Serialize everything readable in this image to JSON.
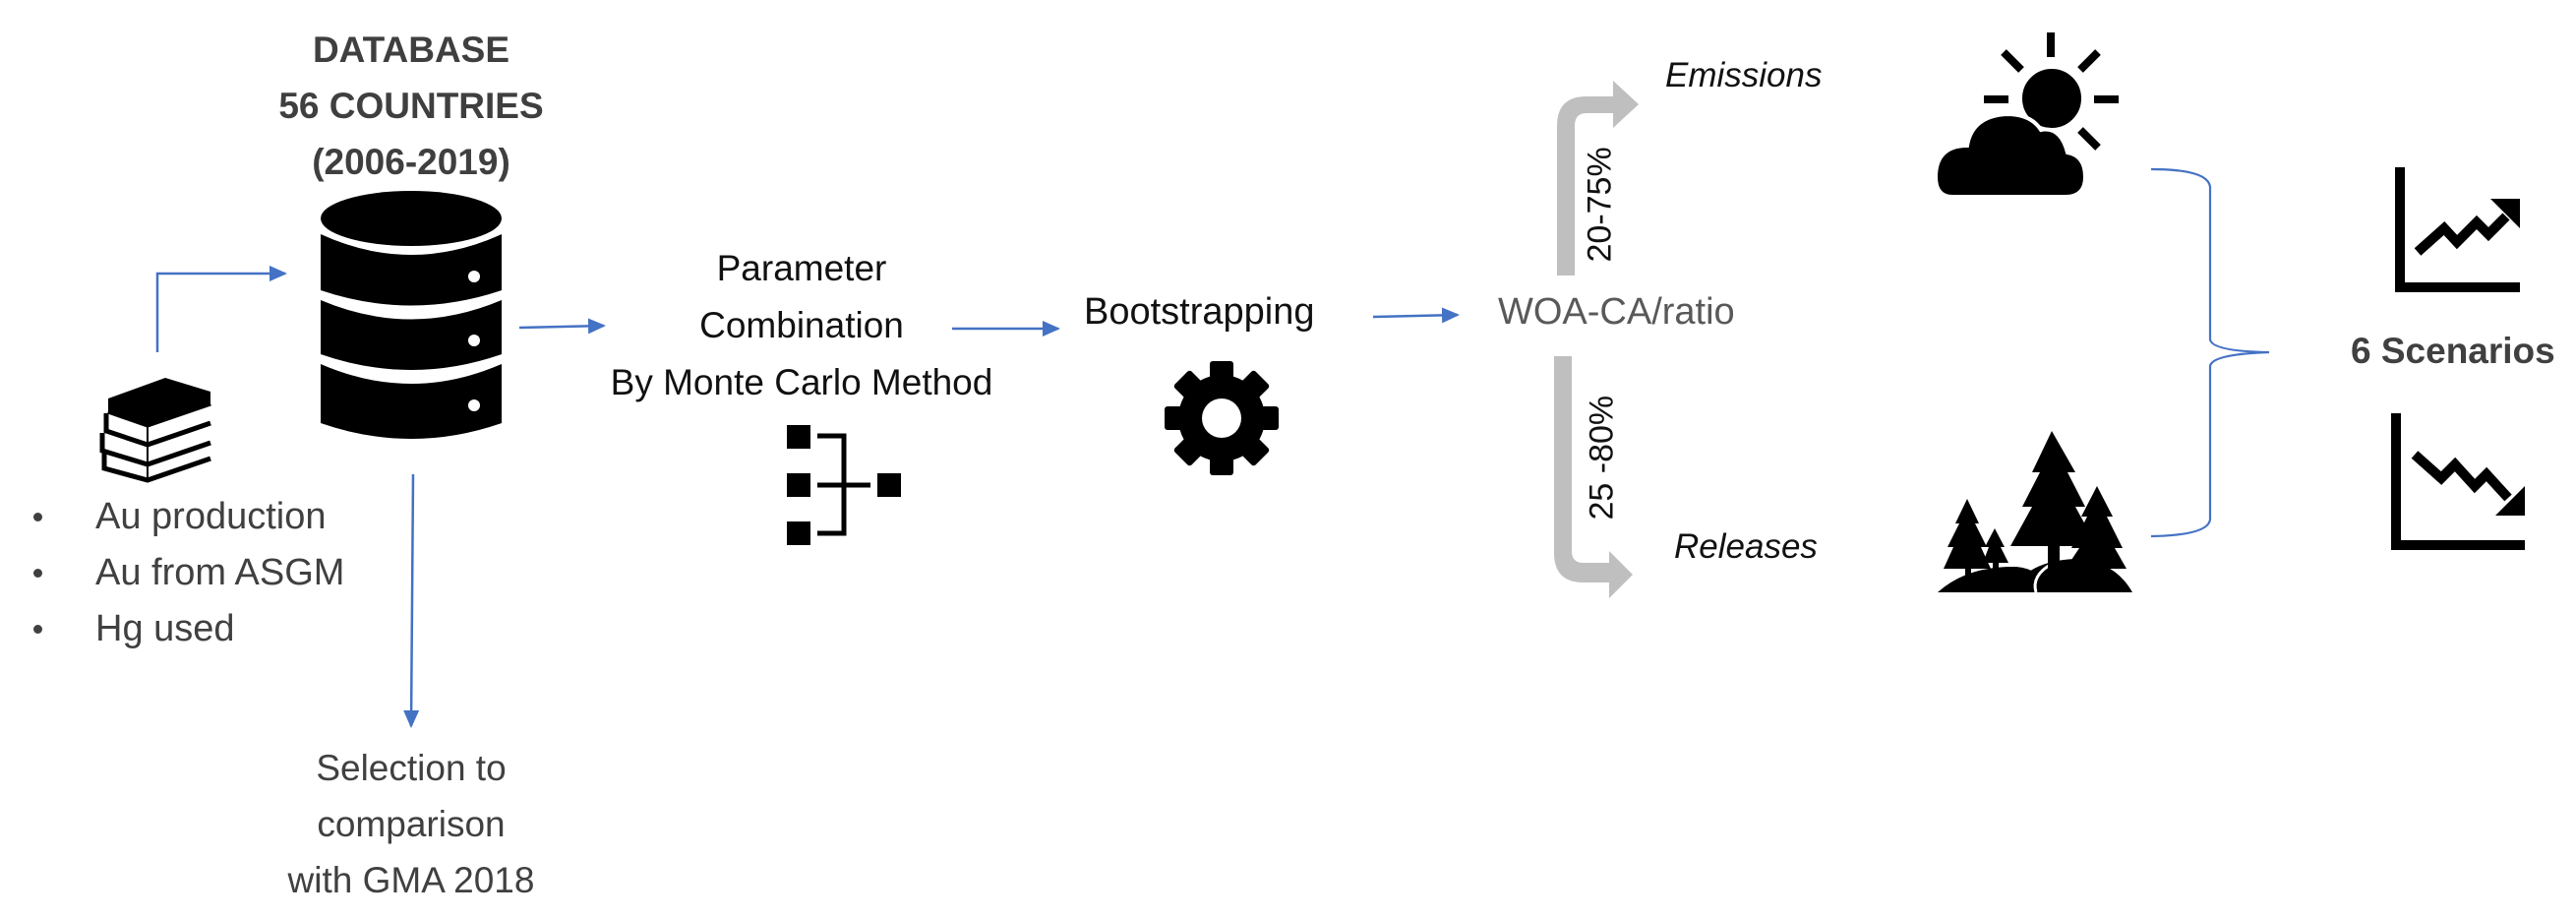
{
  "database": {
    "title_lines": [
      "DATABASE",
      "56 COUNTRIES",
      "(2006-2019)"
    ],
    "icon": "database-icon"
  },
  "sources": {
    "icon": "books-icon",
    "items": [
      "Au production",
      "Au from ASGM",
      "Hg used"
    ]
  },
  "selection": {
    "lines": [
      "Selection to",
      "comparison",
      "with GMA 2018"
    ]
  },
  "parameter": {
    "lines": [
      "Parameter",
      "Combination",
      "By Monte Carlo Method"
    ],
    "icon": "hierarchy-icon"
  },
  "bootstrapping": {
    "label": "Bootstrapping",
    "icon": "gear-icon"
  },
  "ratio": {
    "label": "WOA-CA/ratio"
  },
  "emissions": {
    "label": "Emissions",
    "range": "20-75%",
    "icon": "sun-cloud-icon"
  },
  "releases": {
    "label": "Releases",
    "range": "25 -80%",
    "icon": "forest-icon"
  },
  "scenarios": {
    "label": "6 Scenarios",
    "icons": [
      "trend-up-chart-icon",
      "trend-down-chart-icon"
    ]
  },
  "colors": {
    "connector_blue": "#4472C4",
    "split_arrow_gray": "#BFBFBF",
    "text_dark": "#404040",
    "icon_black": "#000000"
  }
}
